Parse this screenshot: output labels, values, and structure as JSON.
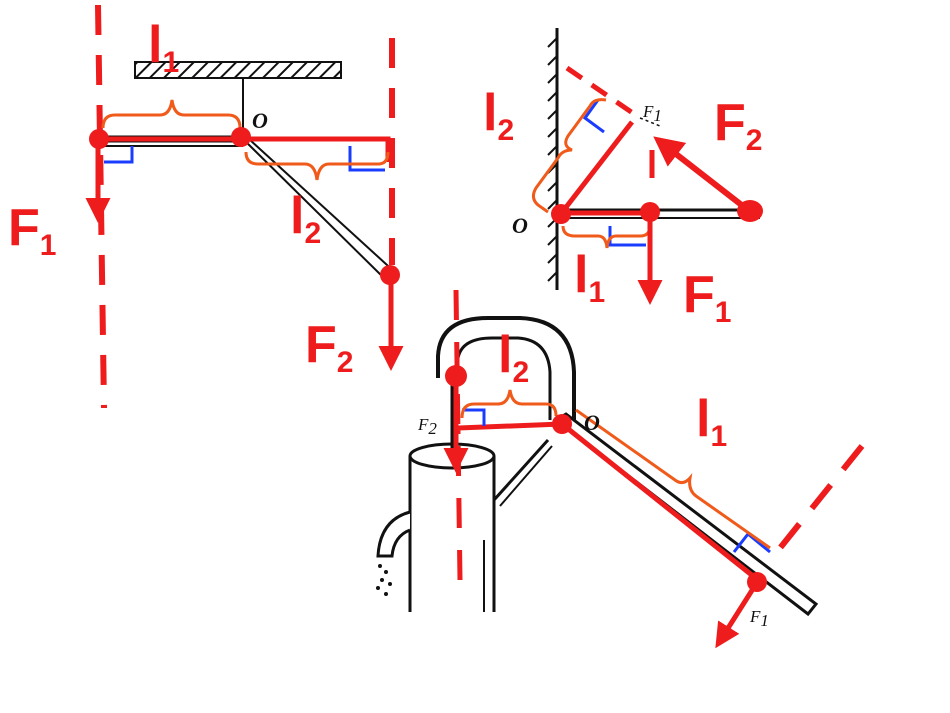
{
  "colors": {
    "red": "#ee1c1c",
    "orange": "#f05a1a",
    "blue": "#1a3cff",
    "black": "#111111"
  },
  "diagram1": {
    "pivot": "O",
    "arm1_main": "l",
    "arm1_sub": "1",
    "arm2_main": "l",
    "arm2_sub": "2",
    "force1_main": "F",
    "force1_sub": "1",
    "force2_main": "F",
    "force2_sub": "2"
  },
  "diagram2": {
    "pivot": "O",
    "small_force_label": "F",
    "small_force_sub": "1",
    "arm1_main": "l",
    "arm1_sub": "1",
    "arm2_main": "l",
    "arm2_sub": "2",
    "force1_main": "F",
    "force1_sub": "1",
    "force2_main": "F",
    "force2_sub": "2"
  },
  "diagram3": {
    "pivot": "O",
    "small_f2_label": "F",
    "small_f2_sub": "2",
    "small_f1_label": "F",
    "small_f1_sub": "1",
    "arm1_main": "l",
    "arm1_sub": "1",
    "arm2_main": "l",
    "arm2_sub": "2"
  }
}
